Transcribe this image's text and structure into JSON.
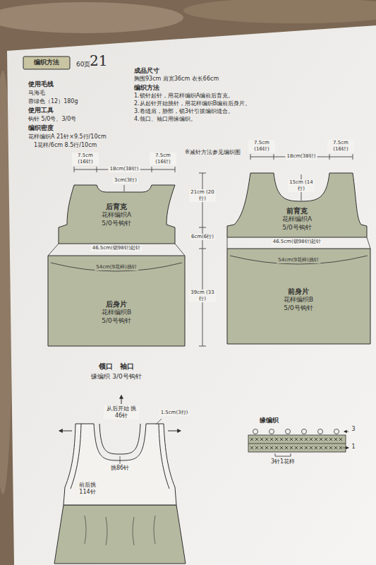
{
  "diagram": {
    "nodes": [
      {
        "text": [
          "编织方法"
        ]
      },
      {
        "text": [
          "后育克",
          "花样编织A",
          "5/0号钩针"
        ]
      },
      {
        "text": [
          "后身片",
          "花样编织B",
          "5/0号钩针"
        ]
      },
      {
        "text": [
          "前育克",
          "花样编织A",
          "5/0号钩针"
        ]
      },
      {
        "text": [
          "前身片",
          "花样编织B",
          "5/0号钩针"
        ]
      }
    ],
    "labels": [
      "60页",
      "21",
      "使用毛线",
      "马海毛",
      "蓉绿色（12）180g",
      "使用工具",
      "钩针 5/0号、3/0号",
      "编织密度",
      "花样编织A 21针×9.5行/10cm",
      "1花样/6cm 8.5行/10cm",
      "成品尺寸",
      "胸围93cm 肩宽36cm 衣长66cm",
      "编织方法",
      "1.锁针起针，用花样编织A编前后育克。",
      "2.从起针开始挑针，用花样编织B编前后身片。",
      "3.卷缝肩，胁部，锁3针引拔编织缝合。",
      "4.领口、袖口用缘编织。",
      "※减针方法参见编织图",
      "7.5cm (16针)",
      "18cm(38针)",
      "7.5cm (16针)",
      "3cm(3行)",
      "46.5cm(锁98针)起针",
      "54cm(9花样)挑针",
      "21cm (20行)",
      "6cm(6行)",
      "39cm (33行)",
      "7.5cm (16针)",
      "18cm(38针)",
      "7.5cm (16针)",
      "15cm (14行)",
      "46.5cm(锁98针)起针",
      "54cm(9花样)挑针",
      "领口　袖口",
      "缘编织 3/0号钩针",
      "从后开始 挑46针",
      "1.5cm(3行)",
      "挑86针",
      "前后挑 114针",
      "缘编织",
      "3",
      "1",
      "3针1花样"
    ]
  }
}
